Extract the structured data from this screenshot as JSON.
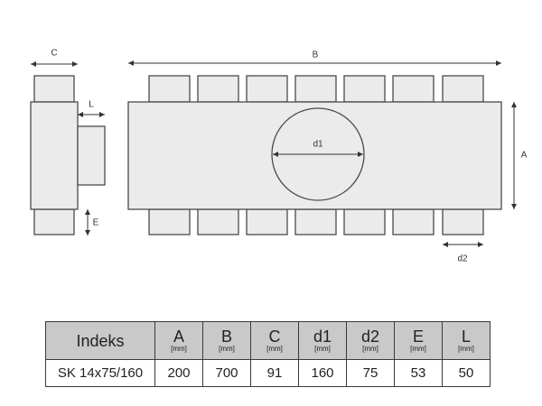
{
  "drawing": {
    "side_view": {
      "dim_c": "C",
      "dim_l": "L",
      "dim_e": "E"
    },
    "front_view": {
      "dim_b": "B",
      "dim_a": "A",
      "dim_d1": "d1",
      "dim_d2": "d2"
    }
  },
  "table": {
    "columns": [
      {
        "label": "Indeks"
      },
      {
        "label": "A",
        "unit": "[mm]"
      },
      {
        "label": "B",
        "unit": "[mm]"
      },
      {
        "label": "C",
        "unit": "[mm]"
      },
      {
        "label": "d1",
        "unit": "[mm]"
      },
      {
        "label": "d2",
        "unit": "[mm]"
      },
      {
        "label": "E",
        "unit": "[mm]"
      },
      {
        "label": "L",
        "unit": "[mm]"
      }
    ],
    "rows": [
      {
        "cells": [
          "SK 14x75/160",
          "200",
          "700",
          "91",
          "160",
          "75",
          "53",
          "50"
        ]
      }
    ]
  },
  "colors": {
    "body_fill": "#ebebeb",
    "stroke": "#4a4a4a",
    "header_bg": "#c9c9c9"
  }
}
